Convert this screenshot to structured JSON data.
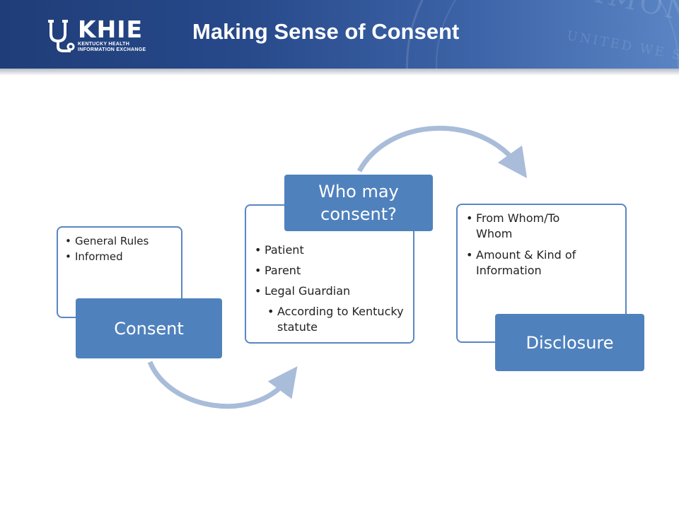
{
  "header": {
    "title": "Making Sense of Consent",
    "logo_word": "KHIE",
    "logo_sub_line1": "KENTUCKY HEALTH",
    "logo_sub_line2": "INFORMATION EXCHANGE",
    "seal_text": "COMMONWEALTH OF KE",
    "seal_text2": "UNITED WE STAND"
  },
  "steps": [
    {
      "label": "Consent",
      "bullets": [
        "General Rules",
        "Informed"
      ]
    },
    {
      "label": "Who may consent?",
      "bullets": [
        "Patient",
        "Parent",
        "Legal Guardian"
      ],
      "sub_bullets": [
        "According to Kentucky statute"
      ]
    },
    {
      "label": "Disclosure",
      "bullets": [
        "From Whom/To Whom",
        "Amount & Kind of Information"
      ]
    }
  ],
  "colors": {
    "header": "#27498a",
    "accent": "#4f81bd",
    "arrow": "#a9bcd9"
  }
}
